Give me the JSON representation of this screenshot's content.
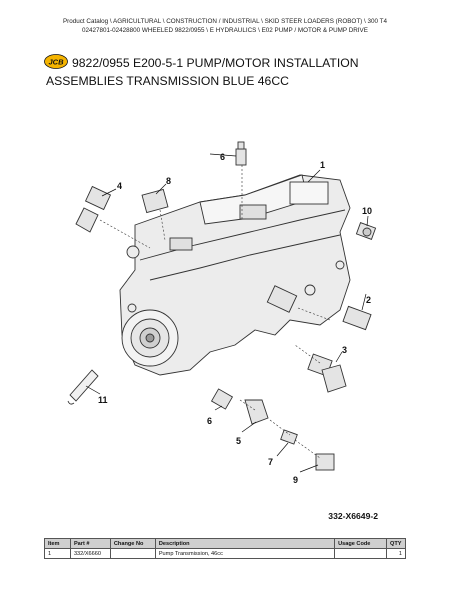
{
  "breadcrumb": {
    "line1": "Product Catalog  \\  AGRICULTURAL  \\  CONSTRUCTION / INDUSTRIAL  \\  SKID STEER LOADERS (ROBOT)  \\  300 T4",
    "line2": "02427801-02428800 WHEELED 9822/0955  \\  E HYDRAULICS  \\  E02 PUMP / MOTOR & PUMP DRIVE"
  },
  "logo": {
    "text": "JCB",
    "color": "#f5b400"
  },
  "page_title": {
    "line1": "9822/0955 E200-5-1 PUMP/MOTOR INSTALLATION",
    "line2": "ASSEMBLIES TRANSMISSION BLUE 46CC"
  },
  "callouts": [
    "1",
    "2",
    "3",
    "4",
    "5",
    "6",
    "6",
    "7",
    "8",
    "9",
    "10",
    "11"
  ],
  "figure_ref": "332-X6649-2",
  "parts_table": {
    "headers": [
      "Item",
      "Part #",
      "Change No",
      "Description",
      "Usage Code",
      "QTY"
    ],
    "rows": [
      [
        "1",
        "332/X6660",
        "",
        "Pump Transmission, 46cc",
        "",
        "1"
      ]
    ]
  }
}
